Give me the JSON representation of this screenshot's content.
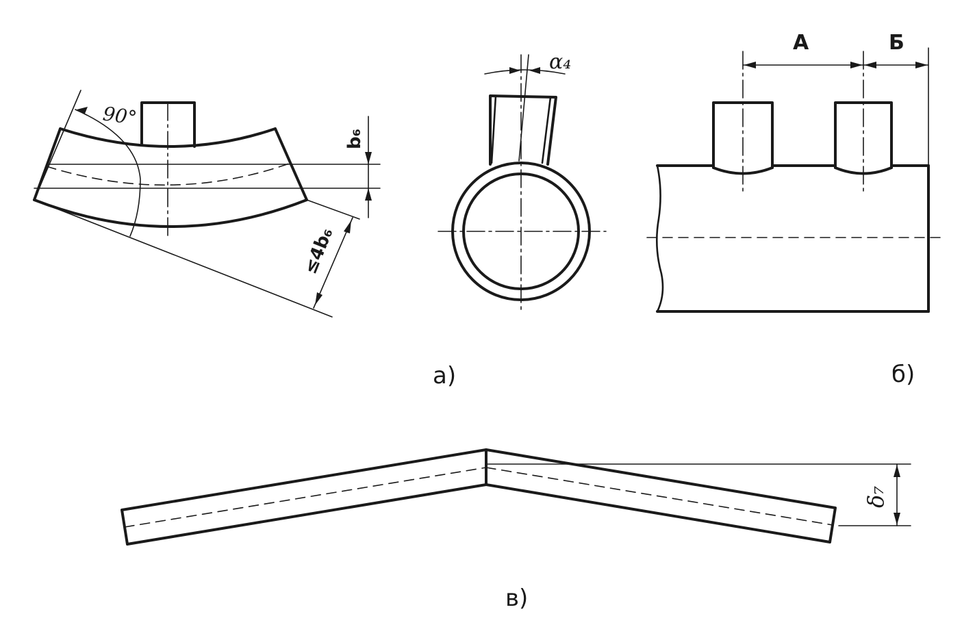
{
  "labels": {
    "angle_90": "90°",
    "dim_b6": "b₆",
    "dim_4b6": "≤4b₆",
    "dim_alpha4": "α₄",
    "dim_A": "А",
    "dim_B": "Б",
    "dim_delta7": "δ₇"
  },
  "captions": {
    "fig_a": "а)",
    "fig_b": "б)",
    "fig_v": "в)"
  }
}
